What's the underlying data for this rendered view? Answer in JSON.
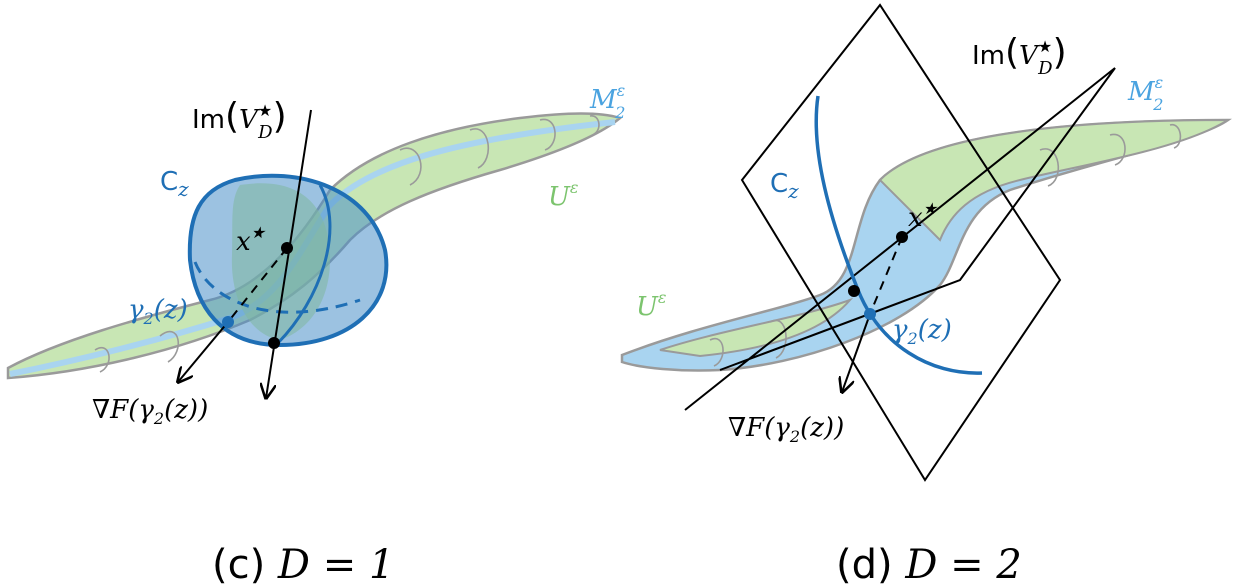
{
  "colors": {
    "green": "#c8e6b4",
    "green_stroke": "#9a9a9a",
    "blue": "#1f6fb5",
    "blue_light": "#a9d4f0",
    "sphere_fill": "#4a90c8",
    "teal": "#7fb8a0"
  },
  "panel_c": {
    "caption_prefix": "(c) ",
    "caption_math": "D = 1",
    "im_label_prefix": "Im",
    "im_label_math": "V",
    "im_label_sup": "★",
    "im_label_sub": "D",
    "c_label": "C",
    "c_sub": "z",
    "x_label": "x",
    "x_sup": "★",
    "gamma_label": "γ",
    "gamma_sub": "2",
    "gamma_arg": "(z)",
    "grad_label": "∇F(γ",
    "grad_sub": "2",
    "grad_tail": "(z))",
    "m_label": "M",
    "m_sup": "ε",
    "m_sub": "2",
    "u_label": "U",
    "u_sup": "ε"
  },
  "panel_d": {
    "caption_prefix": "(d) ",
    "caption_math": "D = 2",
    "im_label_prefix": "Im",
    "im_label_math": "V",
    "im_label_sup": "★",
    "im_label_sub": "D",
    "c_label": "C",
    "c_sub": "z",
    "x_label": "x",
    "x_sup": "★",
    "gamma_label": "γ",
    "gamma_sub": "2",
    "gamma_arg": "(z)",
    "grad_label": "∇F(γ",
    "grad_sub": "2",
    "grad_tail": "(z))",
    "m_label": "M",
    "m_sup": "ε",
    "m_sub": "2",
    "u_label": "U",
    "u_sup": "ε"
  }
}
